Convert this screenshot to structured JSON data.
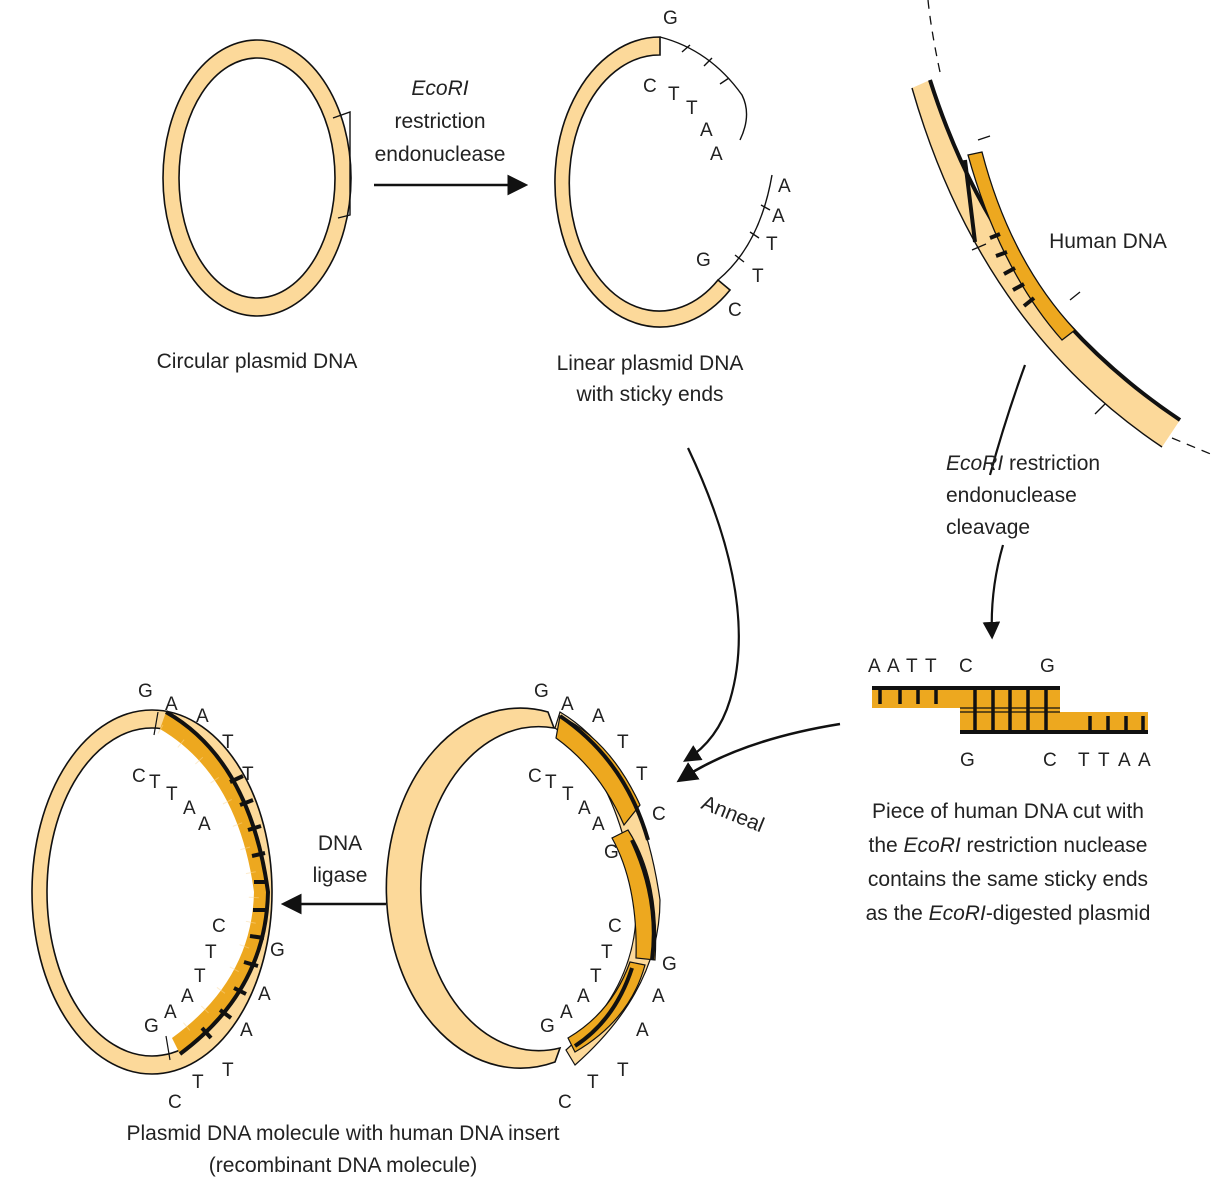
{
  "colors": {
    "plasmid": "#fcd99a",
    "human_dna": "#eda81f",
    "outline": "#111111"
  },
  "labels": {
    "circular_plasmid": "Circular plasmid DNA",
    "linear_plasmid_1": "Linear plasmid DNA",
    "linear_plasmid_2": "with sticky ends",
    "enzyme_top": "EcoRI",
    "restriction": "restriction",
    "endonuclease": "endonuclease",
    "human_dna": "Human DNA",
    "cleavage_enzyme": "EcoRI",
    "cleavage_restriction": " restriction",
    "cleavage_endonuclease": "endonuclease",
    "cleavage": "cleavage",
    "piece_1": "Piece of human DNA cut with",
    "piece_2a": "the ",
    "piece_2b": "EcoRI",
    "piece_2c": " restriction nuclease",
    "piece_3": "contains the same sticky ends",
    "piece_4a": "as the ",
    "piece_4b": "EcoRI",
    "piece_4c": "-digested plasmid",
    "anneal": "Anneal",
    "ligase_1": "DNA",
    "ligase_2": "ligase",
    "recombinant_1": "Plasmid DNA molecule with human DNA insert",
    "recombinant_2": "(recombinant DNA molecule)"
  },
  "bases": {
    "G": "G",
    "A": "A",
    "T": "T",
    "C": "C"
  }
}
